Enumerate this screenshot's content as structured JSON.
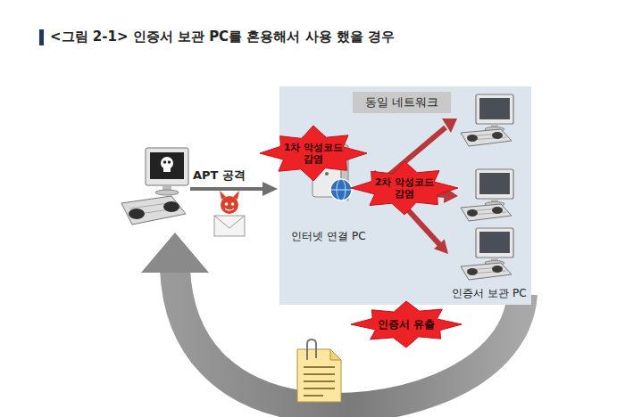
{
  "diagram": {
    "title": "<그림 2-1> 인증서 보관 PC를 혼용해서 사용 했을 경우",
    "nodes": [
      {
        "text": [
          "동일 네트워크"
        ]
      },
      {
        "text": [
          "1차 악성코드 감염"
        ],
        "in": 0
      },
      {
        "text": [
          "인터넷 연결 PC"
        ],
        "in": 0
      },
      {
        "text": [
          "2차 악성코드 감염"
        ],
        "in": 0
      },
      {
        "text": [
          "인증서 보관 PC"
        ],
        "in": 0
      },
      {
        "text": [
          "인증서 유출"
        ]
      }
    ],
    "edges": [
      {
        "from": 2,
        "to": 4,
        "arrow": "to"
      }
    ],
    "labels": [
      "APT 공격"
    ]
  }
}
